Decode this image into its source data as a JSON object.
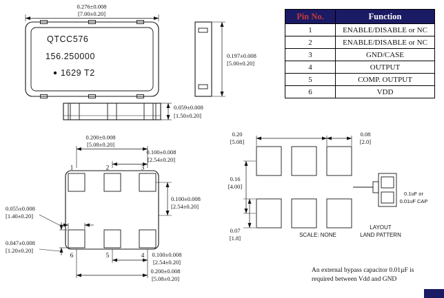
{
  "package_views": {
    "marking": {
      "line1": "QTCC576",
      "line2": "156.250000",
      "line3": "1629  T2"
    },
    "width_dim": {
      "inch": "0.276±0.008",
      "mm": "[7.00±0.20]"
    },
    "height_dim": {
      "inch": "0.197±0.008",
      "mm": "[5.00±0.20]"
    },
    "thickness_dim": {
      "inch": "0.059±0.008",
      "mm": "[1.50±0.20]"
    }
  },
  "bottom_view": {
    "pins": {
      "p1": "1",
      "p2": "2",
      "p3": "3",
      "p4": "4",
      "p5": "5",
      "p6": "6"
    },
    "span_top": {
      "inch": "0.200±0.008",
      "mm": "[5.08±0.20]"
    },
    "pitch_top": {
      "inch": "0.100±0.008",
      "mm": "[2.54±0.20]"
    },
    "row_offset_right": {
      "inch": "0.100±0.008",
      "mm": "[2.54±0.20]"
    },
    "pad_width": {
      "inch": "0.055±0.008",
      "mm": "[1.40±0.20]"
    },
    "pad_height": {
      "inch": "0.047±0.008",
      "mm": "[1.20±0.20]"
    },
    "pitch_bottom": {
      "inch": "0.100±0.008",
      "mm": "[2.54±0.20]"
    },
    "span_bottom": {
      "inch": "0.200±0.008",
      "mm": "[5.08±0.20]"
    }
  },
  "land_pattern": {
    "span": {
      "inch": "0.20",
      "mm": "[5.08]"
    },
    "pad_width": {
      "inch": "0.08",
      "mm": "[2.0]"
    },
    "row_pitch": {
      "inch": "0.16",
      "mm": "[4.00]"
    },
    "pad_height": {
      "inch": "0.07",
      "mm": "[1.8]"
    },
    "cap_line1": "0.1uF or",
    "cap_line2": "0.01uF CAP",
    "title_line1": "LAYOUT",
    "title_line2": "LAND PATTERN",
    "scale_note": "SCALE: NONE"
  },
  "pin_table": {
    "headers": {
      "pin": "Pin No.",
      "function": "Function"
    },
    "rows": [
      {
        "pin": "1",
        "function": "ENABLE/DISABLE or NC"
      },
      {
        "pin": "2",
        "function": "ENABLE/DISABLE or NC"
      },
      {
        "pin": "3",
        "function": "GND/CASE"
      },
      {
        "pin": "4",
        "function": "OUTPUT"
      },
      {
        "pin": "5",
        "function": "COMP. OUTPUT"
      },
      {
        "pin": "6",
        "function": "VDD"
      }
    ]
  },
  "note": {
    "line1": "An external bypass capacitor 0.01µF is",
    "line2": "required between Vdd and GND"
  },
  "colors": {
    "table_header_bg": "#1b1a64",
    "table_header_pin_text": "#c23b36",
    "table_header_function_text": "#ffffff",
    "drawing_line": "#151515"
  }
}
